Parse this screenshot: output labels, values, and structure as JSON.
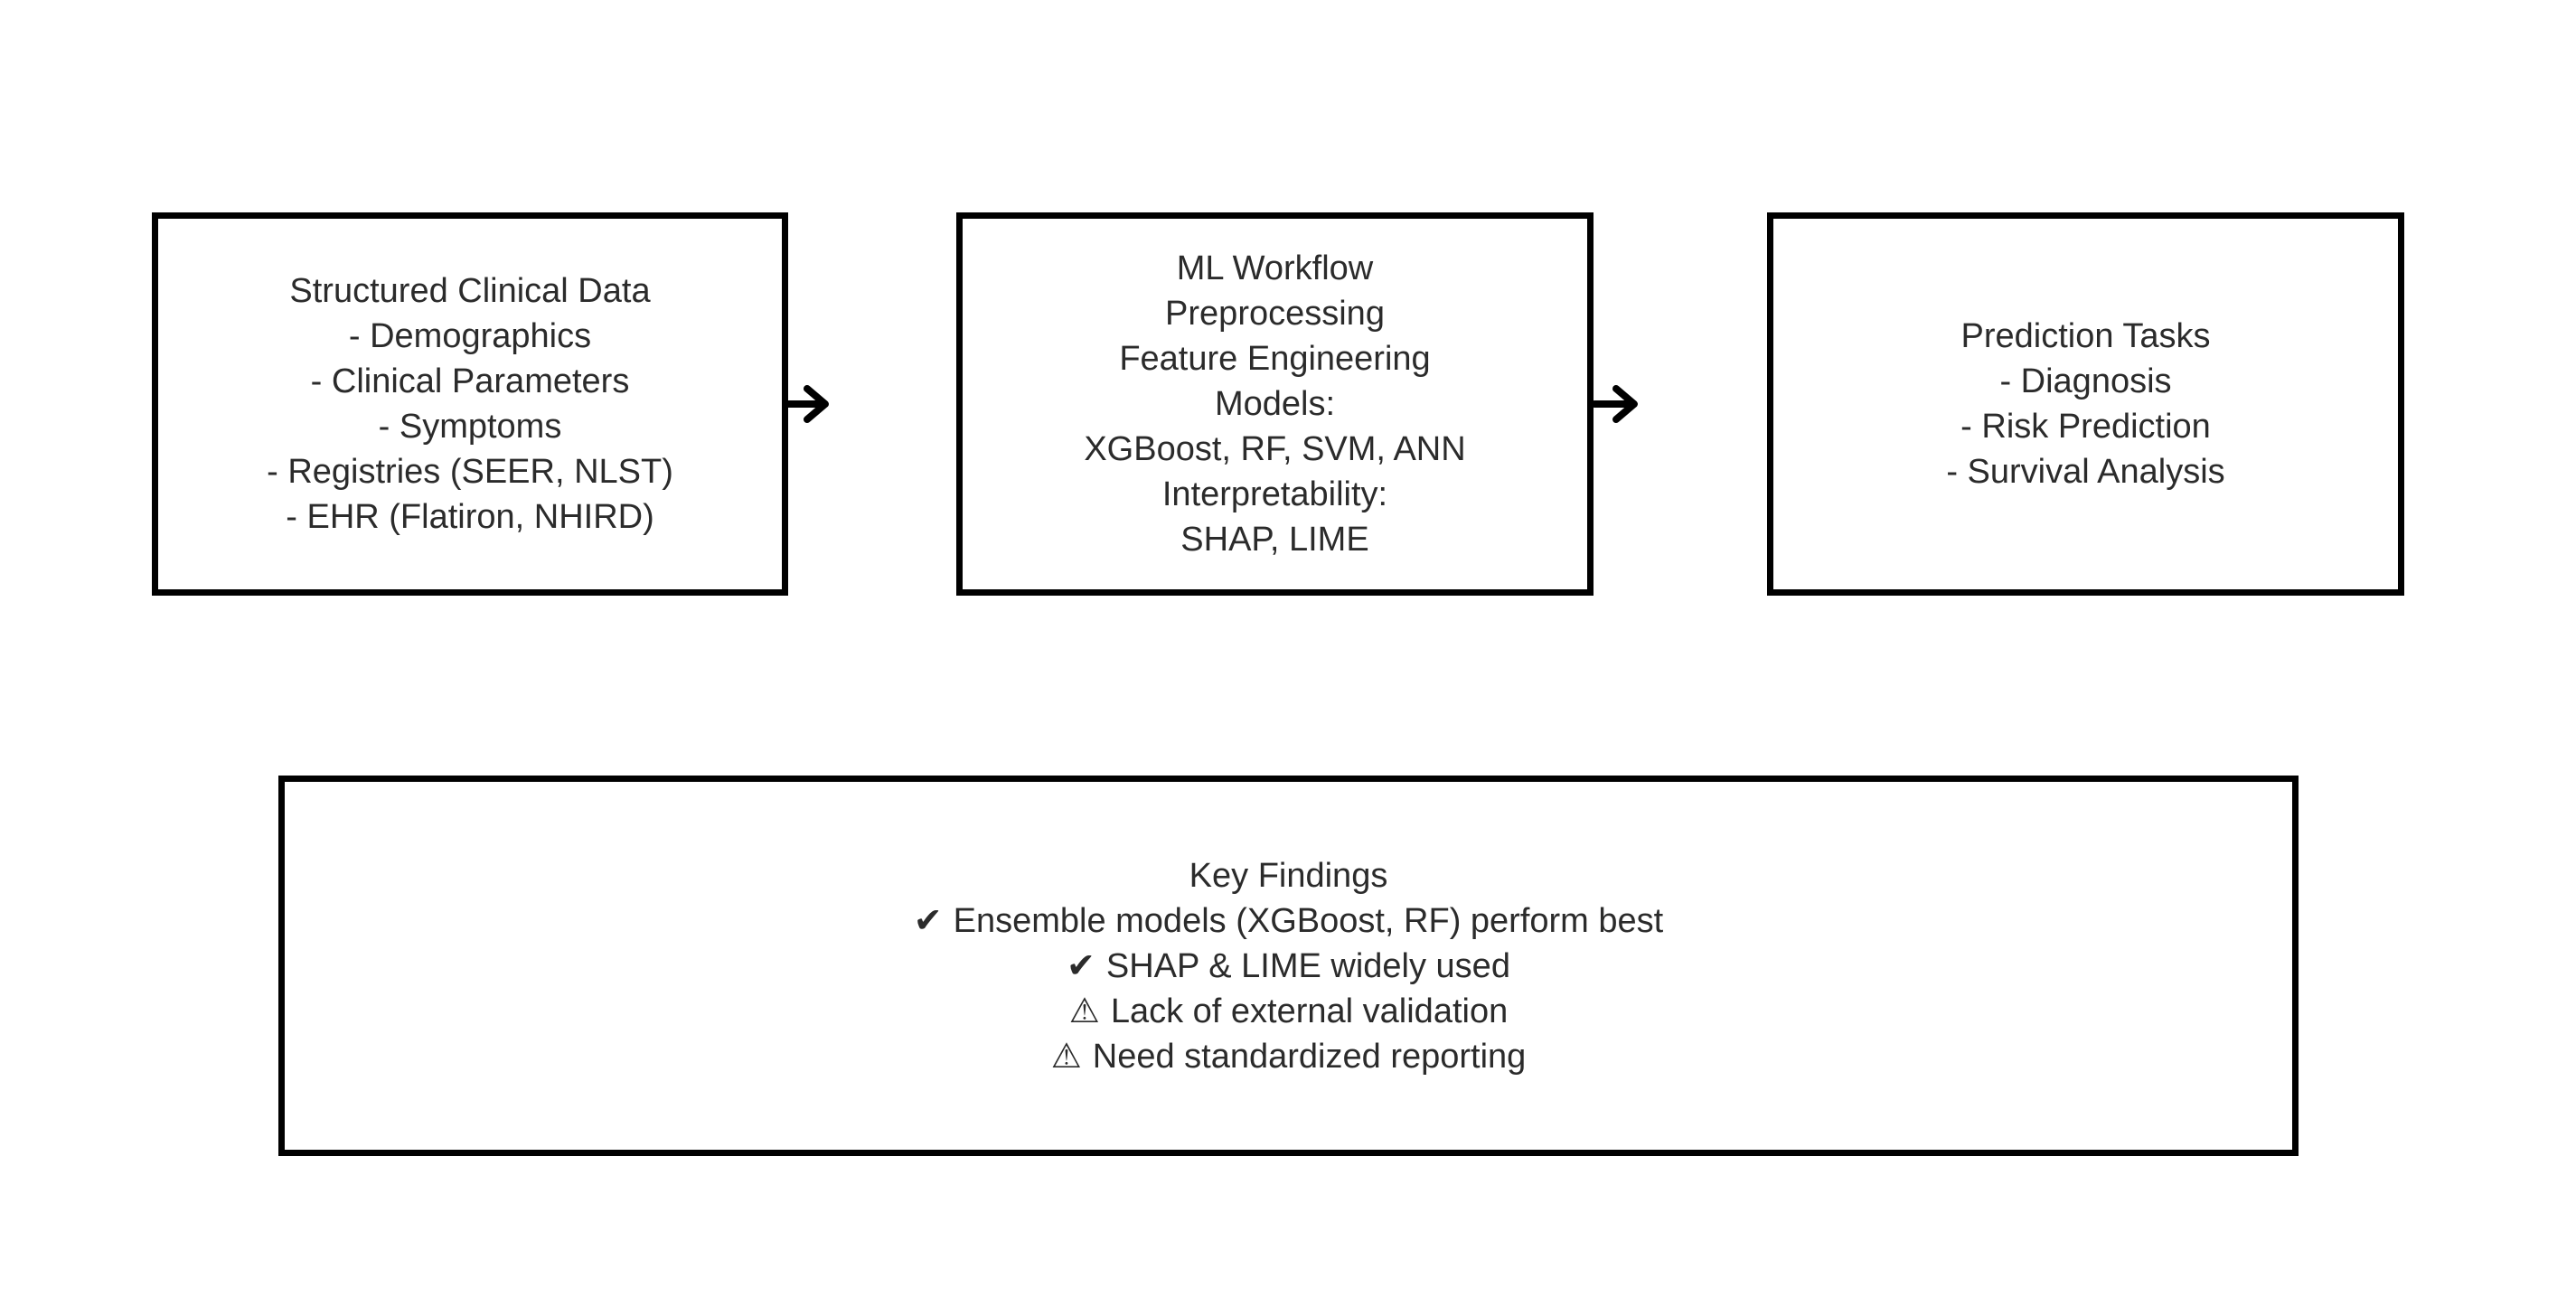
{
  "colors": {
    "background": "#ffffff",
    "box_border": "#000000",
    "text": "#2b2b2b",
    "arrow": "#000000"
  },
  "flow": {
    "source_box": {
      "title": "Structured Clinical Data",
      "items": [
        "- Demographics",
        "- Clinical Parameters",
        "- Symptoms",
        "- Registries (SEER, NLST)",
        "- EHR (Flatiron, NHIRD)"
      ]
    },
    "workflow_box": {
      "title": "ML Workflow",
      "items": [
        "Preprocessing",
        "Feature Engineering",
        "Models:",
        "XGBoost, RF, SVM, ANN",
        "Interpretability:",
        "SHAP, LIME"
      ]
    },
    "tasks_box": {
      "title": "Prediction Tasks",
      "items": [
        "- Diagnosis",
        "- Risk Prediction",
        "- Survival Analysis"
      ]
    }
  },
  "key_findings": {
    "title": "Key Findings",
    "items": [
      {
        "icon": "✔",
        "icon_name": "check-icon",
        "text": "Ensemble models (XGBoost, RF) perform best"
      },
      {
        "icon": "✔",
        "icon_name": "check-icon",
        "text": "SHAP & LIME widely used"
      },
      {
        "icon": "⚠",
        "icon_name": "warning-icon",
        "text": "Lack of external validation"
      },
      {
        "icon": "⚠",
        "icon_name": "warning-icon",
        "text": "Need standardized reporting"
      }
    ]
  }
}
